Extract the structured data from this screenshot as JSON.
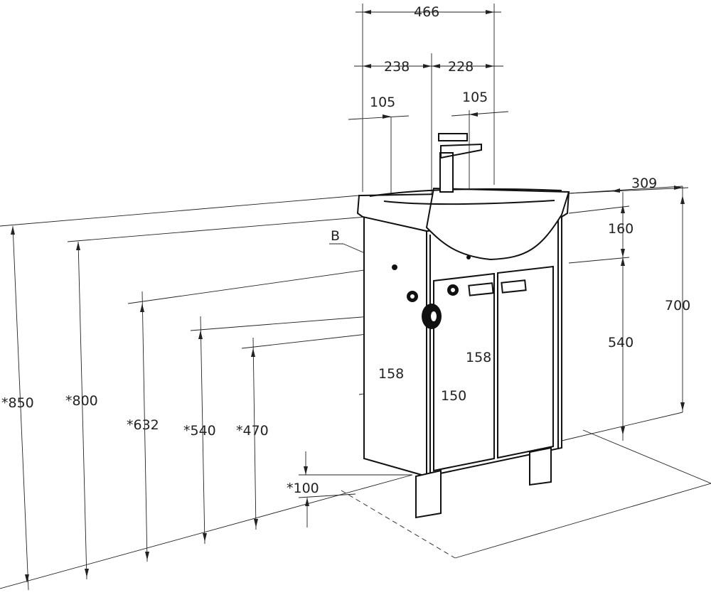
{
  "title": "",
  "dimensions": {
    "total_width": "466",
    "left_offset": "238",
    "right_offset": "228",
    "left_pipe_offset": "105",
    "right_pipe_offset": "105",
    "depth": "309",
    "basin_height": "160",
    "cabinet_height": "540",
    "top_height": "700",
    "height_850": "*850",
    "height_800": "*800",
    "height_632": "*632",
    "height_540": "*540",
    "height_470": "*470",
    "leg_height": "*100",
    "drain_left": "158",
    "drain_right": "158",
    "drain_center": "150"
  },
  "labels": {
    "point_b": "B"
  }
}
